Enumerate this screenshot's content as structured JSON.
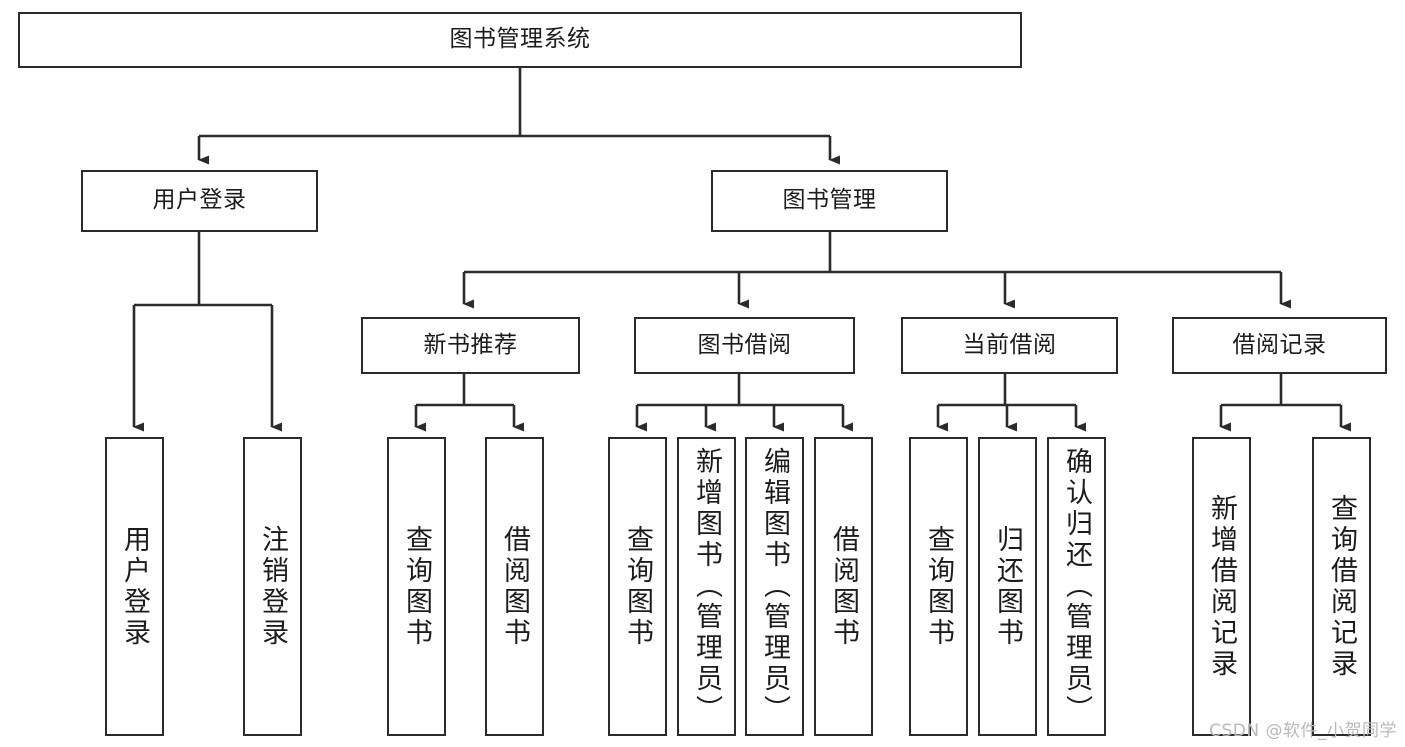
{
  "diagram": {
    "type": "tree",
    "title": "图书管理系统",
    "orientation": "top-down",
    "colors": {
      "box_border": "#2b2b2b",
      "box_fill": "#ffffff",
      "edge": "#2b2b2b",
      "text": "#1c1c1c",
      "watermark": "#b9b9b9",
      "background": "#ffffff"
    }
  },
  "watermark": {
    "text": "CSDN @软件_小贺同学"
  },
  "nodes": {
    "root": {
      "label": "图书管理系统"
    },
    "level2": [
      {
        "id": "user-login",
        "label": "用户登录"
      },
      {
        "id": "book-management",
        "label": "图书管理"
      }
    ],
    "level3": [
      {
        "id": "new-book-recommend",
        "label": "新书推荐"
      },
      {
        "id": "book-borrow",
        "label": "图书借阅"
      },
      {
        "id": "current-borrow",
        "label": "当前借阅"
      },
      {
        "id": "borrow-record",
        "label": "借阅记录"
      }
    ],
    "leaves": {
      "user_login": [
        {
          "id": "leaf-user-login",
          "label": "用户登录"
        },
        {
          "id": "leaf-logout-login",
          "label": "注销登录"
        }
      ],
      "new_book_recommend": [
        {
          "id": "leaf-query-book-1",
          "label": "查询图书"
        },
        {
          "id": "leaf-borrow-book-1",
          "label": "借阅图书"
        }
      ],
      "book_borrow": [
        {
          "id": "leaf-query-book-2",
          "label": "查询图书"
        },
        {
          "id": "leaf-add-book",
          "label": "新增图书（管理员）"
        },
        {
          "id": "leaf-edit-book",
          "label": "编辑图书（管理员）"
        },
        {
          "id": "leaf-borrow-book-2",
          "label": "借阅图书"
        }
      ],
      "current_borrow": [
        {
          "id": "leaf-query-book-3",
          "label": "查询图书"
        },
        {
          "id": "leaf-return-book",
          "label": "归还图书"
        },
        {
          "id": "leaf-confirm-return",
          "label": "确认归还（管理员）"
        }
      ],
      "borrow_record": [
        {
          "id": "leaf-add-borrow-record",
          "label": "新增借阅记录"
        },
        {
          "id": "leaf-query-borrow-record",
          "label": "查询借阅记录"
        }
      ]
    }
  }
}
